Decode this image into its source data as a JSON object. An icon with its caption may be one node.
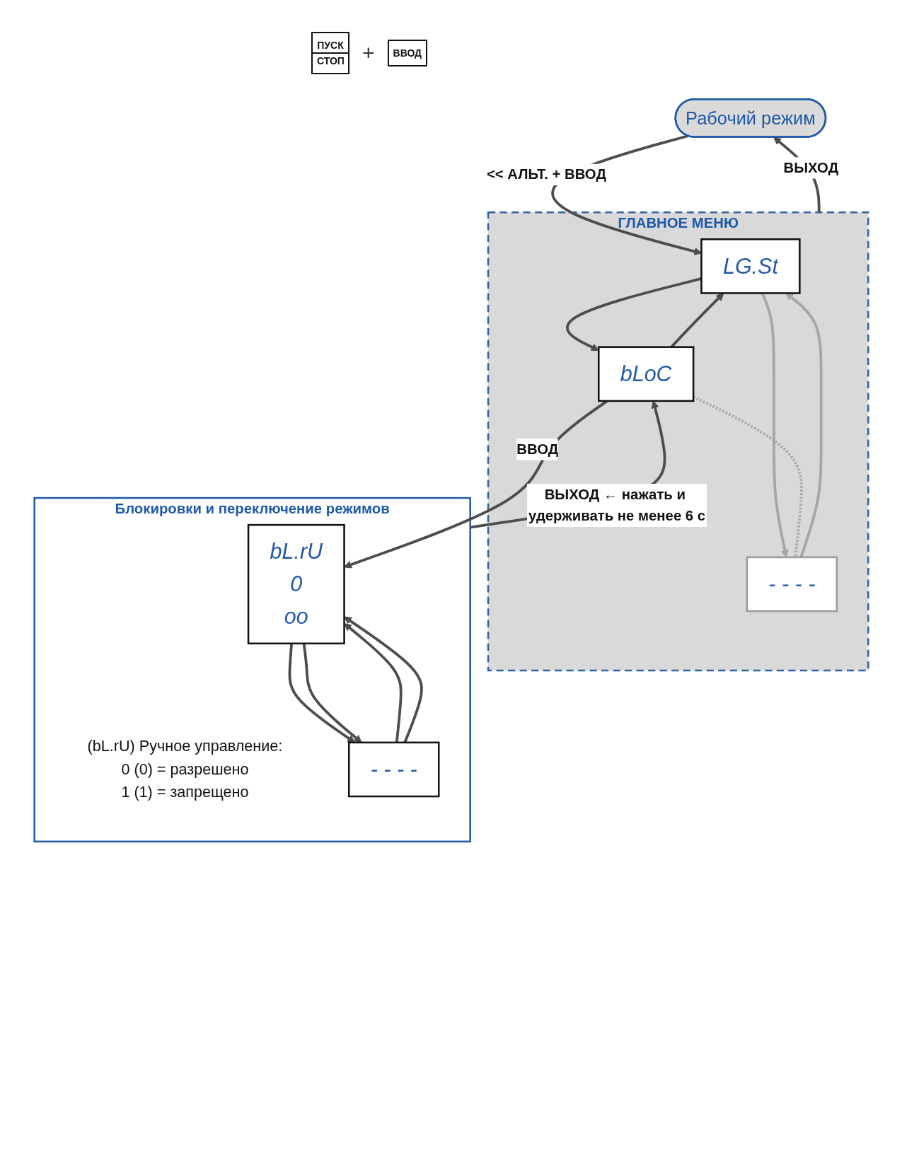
{
  "diagram": {
    "nodes": [
      {
        "text": [
          "Рабочий режим"
        ]
      },
      {
        "text": [
          "ГЛАВНОЕ МЕНЮ"
        ]
      },
      {
        "text": [
          "LG.St"
        ],
        "in": 1
      },
      {
        "text": [
          "bLoC"
        ],
        "in": 1
      },
      {
        "text": [
          "- - - -"
        ],
        "in": 1
      },
      {
        "text": [
          "Блокировки и переключение режимов"
        ]
      },
      {
        "text": [
          "bL.rU",
          "0",
          "oo"
        ],
        "in": 5,
        "beside": [
          "(bL.rU) Ручное управление:",
          "0 (0) = разрешено",
          "1 (1) = запрещено"
        ]
      },
      {
        "text": [
          "- - - -"
        ],
        "in": 5
      }
    ],
    "edges": [
      {
        "from": 0,
        "to": 2,
        "arrow": "to",
        "label": "<< АЛЬТ. + ВВОД"
      },
      {
        "from": 1,
        "to": 0,
        "arrow": "to",
        "label": "ВЫХОД"
      },
      {
        "from": 2,
        "to": 3,
        "arrow": "to"
      },
      {
        "from": 3,
        "to": 2,
        "arrow": "to"
      },
      {
        "from": 4,
        "to": 2,
        "arrow": "to",
        "color": "#a6a6a6"
      },
      {
        "from": 2,
        "to": 4,
        "arrow": "to",
        "color": "#a6a6a6"
      },
      {
        "from": 3,
        "to": 4,
        "arrow": "none",
        "style": "dashed",
        "color": "#a6a6a6"
      },
      {
        "from": 3,
        "to": 6,
        "arrow": "to",
        "label": "ВВОД"
      },
      {
        "from": 5,
        "to": 3,
        "arrow": "to",
        "label": "ВЫХОД ← нажать и удерживать не менее 6 с"
      },
      {
        "from": 6,
        "to": 7,
        "arrow": "to"
      },
      {
        "from": 7,
        "to": 6,
        "arrow": "to"
      },
      {
        "from": 7,
        "to": 6,
        "arrow": "to"
      },
      {
        "from": 6,
        "to": 7,
        "arrow": "to"
      }
    ],
    "labels": [
      "ПУСК СТОП",
      "+",
      "ВВОД"
    ]
  }
}
